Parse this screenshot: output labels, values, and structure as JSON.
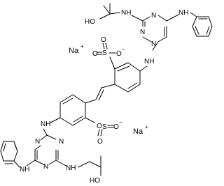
{
  "molecule": {
    "atoms": {
      "ho_top": "HO",
      "nh_top_left": "NH",
      "nh_top_right": "NH",
      "n_top_1": "N",
      "n_top_2": "N",
      "n_top_3": "N",
      "s_top": "S",
      "o_top_left": "O",
      "o_top_right": "O",
      "o_top_minus": "O",
      "nh_top_link": "NH",
      "nh_bottom_link": "NH",
      "s_bottom": "S",
      "o_bottom_left": "O",
      "o_bottom_right": "O",
      "o_bottom_minus": "O",
      "n_bottom_1": "N",
      "n_bottom_2": "N",
      "n_bottom_3": "N",
      "nh_bottom_left": "NH",
      "nh_bottom_right": "NH",
      "ho_bottom": "HO"
    },
    "counterions": {
      "na_top": "Na",
      "na_bottom": "Na",
      "plus": "+",
      "minus": "−"
    }
  }
}
